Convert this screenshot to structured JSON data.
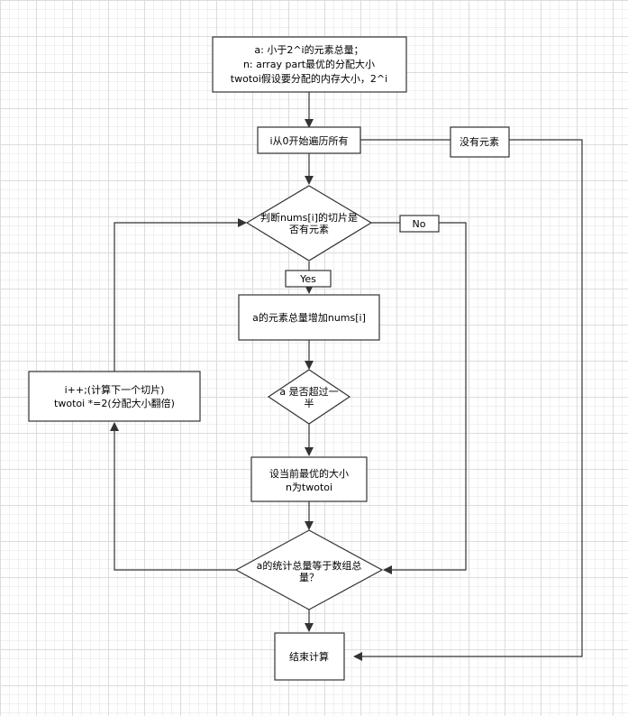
{
  "nodes": {
    "info": {
      "line1": "a: 小于2^i的元素总量；",
      "line2": "n: array part最优的分配大小",
      "line3": "twotoi假设要分配的内存大小，2^i"
    },
    "loop_start": "i从0开始遍历所有",
    "no_elements": "没有元素",
    "check_slice": {
      "line1": "判断nums[i]的切片是",
      "line2": "否有元素"
    },
    "label_no": "No",
    "label_yes": "Yes",
    "add_total": "a的元素总量增加nums[i]",
    "more_half": {
      "line1": "a 是否超过一",
      "line2": "半"
    },
    "set_best": {
      "line1": "设当前最优的大小",
      "line2": "n为twotoi"
    },
    "increment": {
      "line1": "i++;(计算下一个切片)",
      "line2": "twotoi *=2(分配大小翻倍)"
    },
    "check_total": {
      "line1": "a的统计总量等于数组总",
      "line2": "量？"
    },
    "end": "结束计算"
  }
}
